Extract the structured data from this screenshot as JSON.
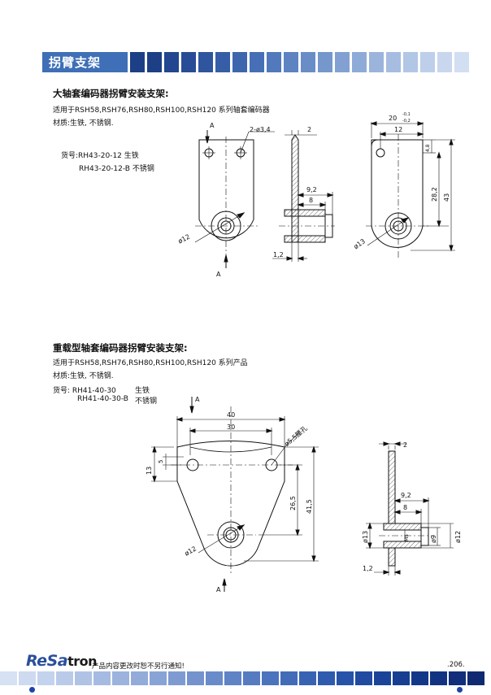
{
  "header": {
    "title": "拐臂支架"
  },
  "section1": {
    "title": "大轴套编码器拐臂安装支架:",
    "applies": "适用于RSH58,RSH76,RSH80,RSH100,RSH120 系列轴套编码器",
    "material": "材质:生铁, 不锈钢.",
    "part_label": "货号:RH43-20-12 生铁",
    "part2": "RH43-20-12-B 不锈钢",
    "dims": {
      "view_a_top": "A",
      "view_a_bottom": "A",
      "holes": "2-ø3,4",
      "dia12": "ø12",
      "t2": "2",
      "d92": "9,2",
      "d8": "8",
      "d12": "1,2",
      "tol_top": "20",
      "tol_sup": "-0,1",
      "tol_sub": "-0,2",
      "w12": "12",
      "h4": "4,8",
      "h282": "28,2",
      "h43": "43",
      "dia13": "ø13"
    }
  },
  "section2": {
    "title": "重载型轴套编码器拐臂安装支架:",
    "applies": "适用于RSH58,RSH76,RSH80,RSH100,RSH120 系列产品",
    "material": "材质:生铁, 不锈钢.",
    "part_label": "货号: RH41-40-30",
    "part_label_mat": "生铁",
    "part2": "RH41-40-30-B",
    "part2_mat": "不锈钢",
    "dims": {
      "view_a_top": "A",
      "view_a_bottom": "A",
      "w40": "40",
      "w30": "30",
      "slot": "ø5,5腰孔",
      "h13": "13",
      "h5": "5",
      "h265": "26,5",
      "h415": "41,5",
      "dia12": "ø12",
      "t2": "2",
      "d92": "9,2",
      "d8": "8",
      "dia13": "ø13",
      "m5": "M5",
      "dia9": "ø9",
      "dia12b": "ø12",
      "d12": "1,2"
    }
  },
  "footer": {
    "logo_a": "ReSa",
    "logo_b": "tron",
    "note": "产品内容更改时恕不另行通知!",
    "page": ".206."
  }
}
